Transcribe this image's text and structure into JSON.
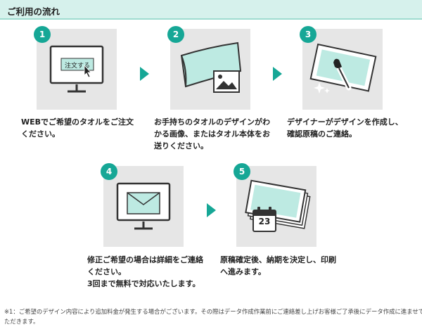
{
  "section_title": "ご利用の流れ",
  "steps": [
    {
      "number": "1",
      "lines": [
        "WEBでご希望のタオルをご注文",
        "ください。"
      ],
      "screen_button": "注文する"
    },
    {
      "number": "2",
      "lines": [
        "お手持ちのタオルのデザインがわ",
        "かる画像、またはタオル本体をお",
        "送りください。"
      ]
    },
    {
      "number": "3",
      "lines": [
        "デザイナーがデザインを作成し、",
        "確認原稿のご連絡。"
      ]
    },
    {
      "number": "4",
      "lines": [
        "修正ご希望の場合は詳細をご連絡",
        "ください。",
        "3回まで無料で対応いたします。"
      ]
    },
    {
      "number": "5",
      "lines": [
        "原稿確定後、納期を決定し、印刷",
        "へ進みます。"
      ],
      "calendar_day": "23"
    }
  ],
  "footnote": [
    "※1：ご希望のデザイン内容により追加料金が発生する場合がございます。その際はデータ作成作業前にご連絡差し上げお客様ご了承後にデータ作成に進ませてい",
    "ただきます。"
  ],
  "colors": {
    "accent": "#16a796",
    "panel": "#e6e6e6",
    "mint": "#bdeae2",
    "header_bg": "#d6f1ec"
  },
  "icons": [
    "monitor-icon",
    "cursor-icon",
    "towel-icon",
    "image-icon",
    "brush-icon",
    "sparkle-icon",
    "envelope-icon",
    "calendar-icon"
  ]
}
